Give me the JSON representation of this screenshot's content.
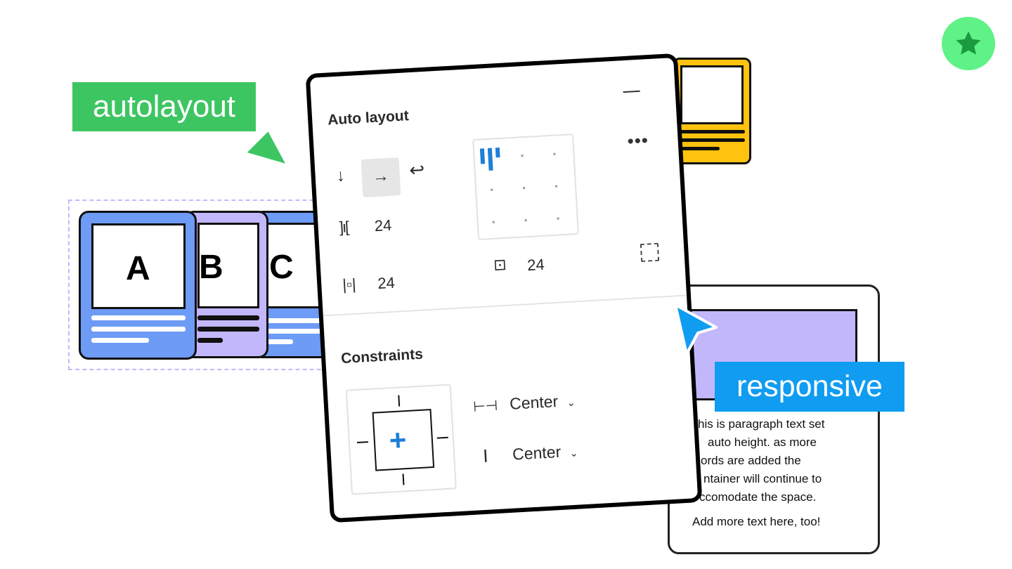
{
  "labels": {
    "autolayout": "autolayout",
    "responsive": "responsive"
  },
  "cards": [
    {
      "letter": "A",
      "color": "#6d9bf5"
    },
    {
      "letter": "B",
      "color": "#c3b7fb"
    },
    {
      "letter": "C",
      "color": "#6d9bf5"
    }
  ],
  "panel": {
    "auto_layout_title": "Auto layout",
    "spacing_between": "24",
    "padding_horizontal": "24",
    "padding_vertical": "24",
    "constraints_title": "Constraints",
    "horizontal_constraint": "Center",
    "vertical_constraint": "Center"
  },
  "paragraph_card": {
    "lines": [
      "his is paragraph text set",
      "auto height. as more",
      "ords are added the",
      "ntainer will continue to",
      "ccomodate the space."
    ],
    "extra": "Add more text here, too!"
  },
  "colors": {
    "green": "#3dc562",
    "blue": "#109cf1",
    "purple": "#c3b7fb",
    "card_blue": "#6d9bf5",
    "yellow": "#ffc20e",
    "star_bg": "#5ff286",
    "star": "#1b9a3f"
  },
  "icons": [
    "star-icon",
    "arrow-down-icon",
    "arrow-right-icon",
    "wrap-icon",
    "spacing-icon",
    "padding-horizontal-icon",
    "padding-vertical-icon",
    "more-icon",
    "minus-icon",
    "clip-icon",
    "plus-icon",
    "chevron-down-icon",
    "cursor-icon"
  ]
}
